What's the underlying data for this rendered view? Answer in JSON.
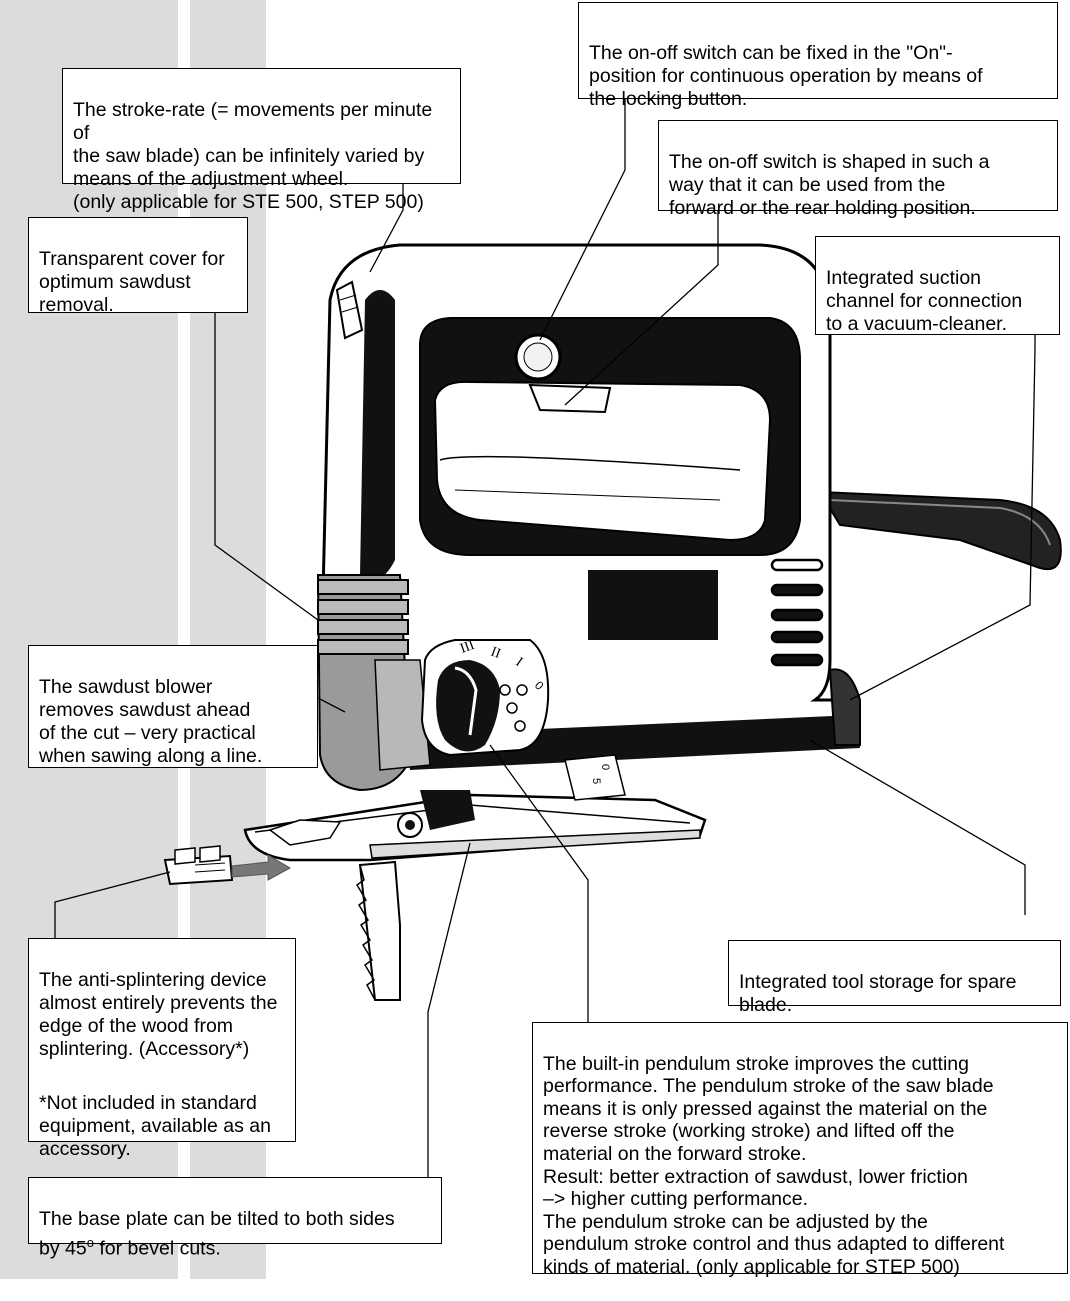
{
  "callouts": {
    "stroke_rate": "The stroke-rate (= movements per minute of\nthe saw blade) can be infinitely varied by\nmeans of the adjustment wheel.\n(only applicable for STE 500, STEP 500)",
    "on_off_lock": "The on-off switch can be fixed in the \"On\"-\nposition for continuous operation by means of\nthe locking button.",
    "on_off_shape": "The on-off switch is shaped in such a\nway that it can be used from the\nforward or the rear holding position.",
    "transparent_cover": "Transparent cover for\noptimum sawdust\nremoval.",
    "suction_channel": "Integrated suction\nchannel for connection\nto a vacuum-cleaner.",
    "sawdust_blower": "The sawdust blower\nremoves sawdust ahead\nof the cut – very practical\nwhen sawing along a line.",
    "anti_splinter": "The anti-splintering device\nalmost entirely prevents the\nedge of the wood from\nsplintering. (Accessory*)",
    "anti_splinter_note": "*Not included in standard\nequipment, available as an\naccessory.",
    "tool_storage": "Integrated tool storage for spare\nblade.",
    "pendulum": "The built-in pendulum stroke improves the cutting\nperformance. The pendulum stroke of the saw blade\nmeans it is only pressed against the material on the\nreverse stroke (working stroke) and lifted off the\nmaterial on the forward stroke.\nResult: better extraction of sawdust, lower friction\n–> higher cutting performance.\nThe pendulum stroke can be adjusted by the\npendulum stroke control and thus adapted to different\nkinds of material. (only applicable for STEP 500)",
    "base_plate_prefix": "The base plate can be tilted to both sides\nby 45",
    "base_plate_degree": "o",
    "base_plate_suffix": " for bevel cuts."
  },
  "dial_markings": [
    "III",
    "II",
    "I",
    "0"
  ],
  "scale_markings": [
    "5",
    "0"
  ],
  "colors": {
    "strip": "#dcdcdc",
    "housing": "#ffffff",
    "handle_grip": "#111111",
    "cover": "#9a9a9a"
  }
}
